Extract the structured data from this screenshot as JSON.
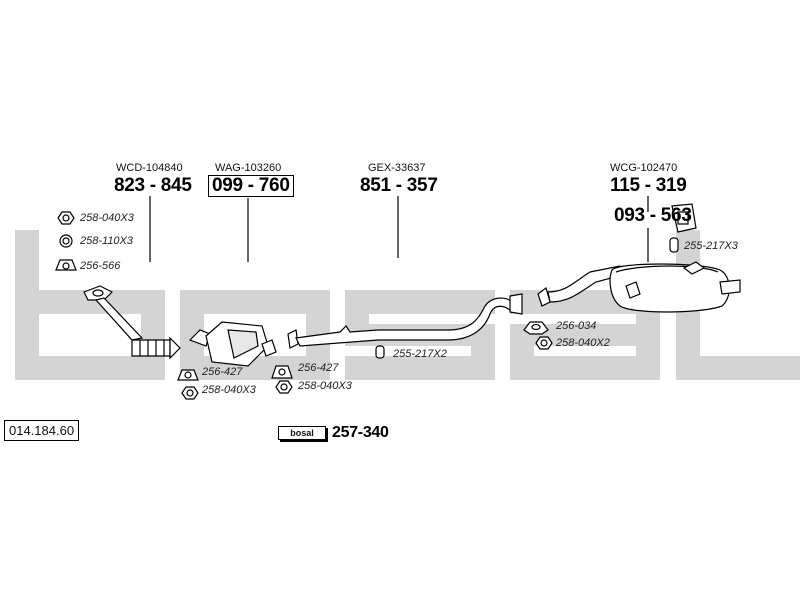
{
  "watermark": "bosal",
  "diagram_id": "014.184.60",
  "parts": [
    {
      "ref": "WCD-104840",
      "number": "823 - 845"
    },
    {
      "ref": "WAG-103260",
      "number": "099 - 760"
    },
    {
      "ref": "GEX-33637",
      "number": "851 - 357"
    },
    {
      "ref": "WCG-102470",
      "number": "115 - 319"
    }
  ],
  "bracket_number": "093 - 563",
  "fittings": {
    "front_nut": "258-040X3",
    "front_ring": "258-110X3",
    "front_gasket": "256-566",
    "cat_front_gasket": "256-427",
    "cat_front_nut": "258-040X3",
    "cat_rear_gasket": "256-427",
    "cat_rear_nut": "258-040X3",
    "mid_rubber": "255-217X2",
    "rear_gasket": "256-034",
    "rear_nut": "258-040X2",
    "rear_rubber": "255-217X3"
  },
  "kit": {
    "logo": "bosal",
    "number": "257-340"
  }
}
